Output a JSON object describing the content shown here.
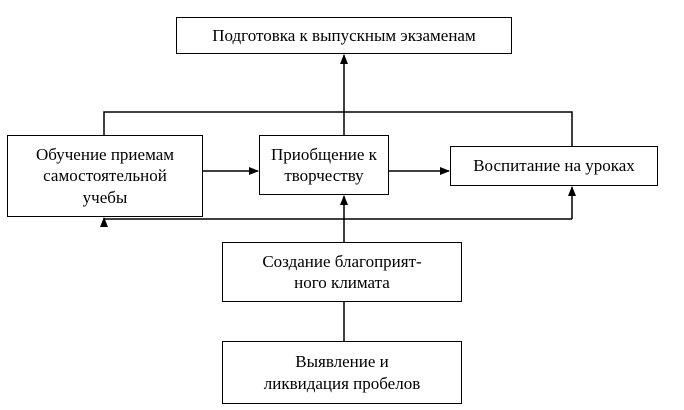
{
  "diagram": {
    "nodes": {
      "exams": "Подготовка к выпускным экзаменам",
      "self_study": "Обучение приемам\nсамостоятельной\nучебы",
      "creativity": "Приобщение к\nтворчеству",
      "upbringing": "Воспитание на уроках",
      "climate": "Создание благоприят-\nного климата",
      "gaps": "Выявление и\nликвидация пробелов"
    },
    "edges": [
      {
        "from": "creativity",
        "to": "exams"
      },
      {
        "from": "self_study",
        "to": "creativity"
      },
      {
        "from": "creativity",
        "to": "upbringing"
      },
      {
        "from": "climate",
        "to": "creativity"
      },
      {
        "from": "climate",
        "to": "self_study"
      },
      {
        "from": "climate",
        "to": "upbringing"
      },
      {
        "from": "self_study",
        "to": "exams"
      },
      {
        "from": "upbringing",
        "to": "exams"
      },
      {
        "from": "gaps",
        "to": "climate"
      }
    ]
  }
}
